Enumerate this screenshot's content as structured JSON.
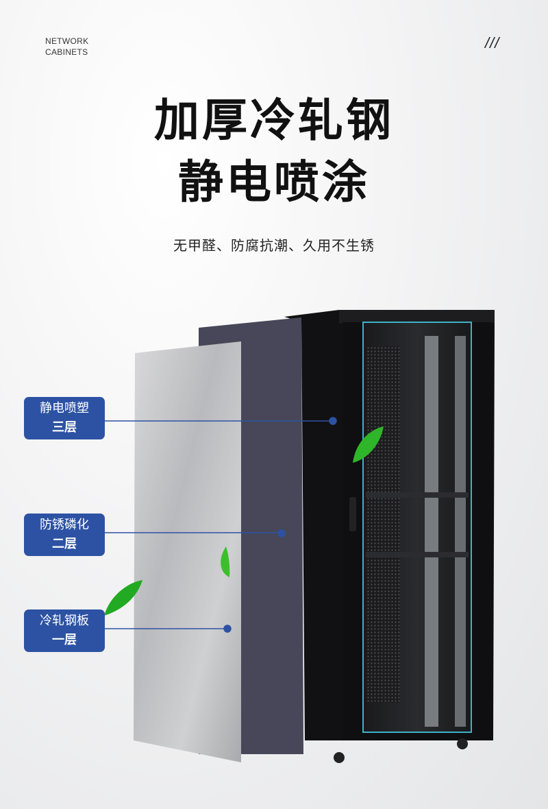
{
  "brand": {
    "line1": "NETWORK",
    "line2": "CABINETS",
    "decoration": "///"
  },
  "headline": {
    "line1": "加厚冷轧钢",
    "line2": "静电喷涂"
  },
  "subtitle": "无甲醛、防腐抗潮、久用不生锈",
  "layers": [
    {
      "name": "静电喷塑",
      "level": "三层"
    },
    {
      "name": "防锈磷化",
      "level": "二层"
    },
    {
      "name": "冷轧钢板",
      "level": "一层"
    }
  ],
  "colors": {
    "accent": "#2d52a3",
    "leaf": "#2fb52a",
    "panel": "#474759",
    "cabinet": "#121214",
    "glass_edge": "#3fb3c8"
  }
}
